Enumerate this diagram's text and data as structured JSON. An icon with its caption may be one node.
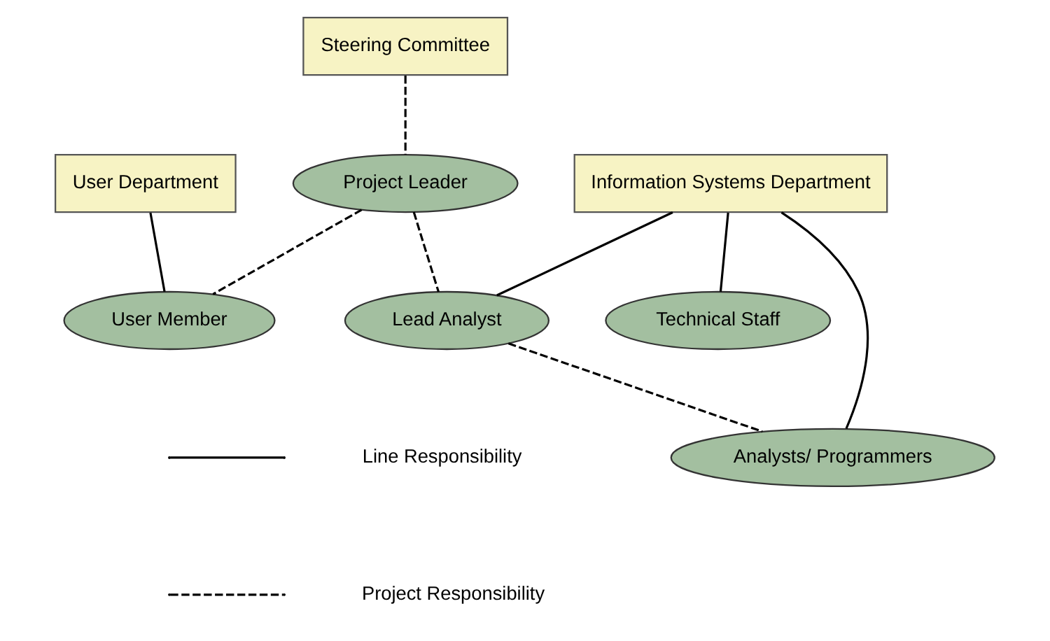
{
  "diagram": {
    "nodes": [
      {
        "text": [
          "Steering Committee"
        ]
      },
      {
        "text": [
          "User Department"
        ]
      },
      {
        "text": [
          "Information Systems Department"
        ]
      },
      {
        "text": [
          "Project Leader"
        ]
      },
      {
        "text": [
          "User Member"
        ]
      },
      {
        "text": [
          "Lead Analyst"
        ]
      },
      {
        "text": [
          "Technical Staff"
        ]
      },
      {
        "text": [
          "Analysts/ Programmers"
        ]
      }
    ],
    "edges": [
      {
        "from": 1,
        "to": 4,
        "arrow": "none"
      },
      {
        "from": 0,
        "to": 3,
        "arrow": "none",
        "style": "dashed"
      },
      {
        "from": 3,
        "to": 4,
        "arrow": "none",
        "style": "dashed"
      },
      {
        "from": 3,
        "to": 5,
        "arrow": "none",
        "style": "dashed"
      },
      {
        "from": 2,
        "to": 5,
        "arrow": "none"
      },
      {
        "from": 2,
        "to": 7,
        "arrow": "none"
      },
      {
        "from": 2,
        "to": 6,
        "arrow": "none"
      },
      {
        "from": 5,
        "to": 7,
        "arrow": "none",
        "style": "dashed"
      }
    ],
    "legend": [
      {
        "text": "Line Responsibility"
      },
      {
        "text": "Project Responsibility"
      }
    ]
  }
}
